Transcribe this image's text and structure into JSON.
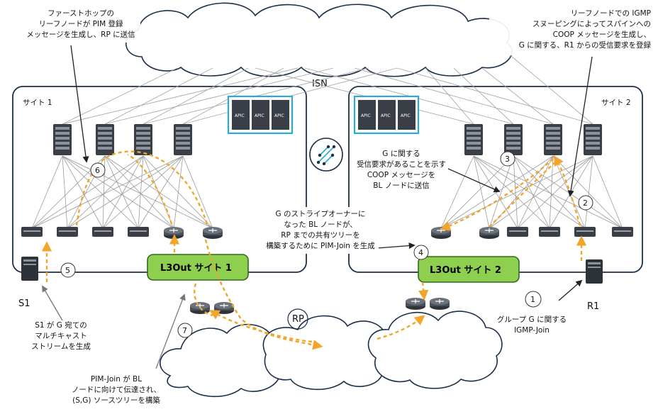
{
  "isn_label": "ISN",
  "rp_label": "RP",
  "sites": {
    "site1": {
      "label": "サイト 1",
      "l3out": "L3Out サイト 1"
    },
    "site2": {
      "label": "サイト 2",
      "l3out": "L3Out サイト 2"
    }
  },
  "apic_label": "APIC",
  "hosts": {
    "source": "S1",
    "receiver": "R1"
  },
  "steps": [
    "1",
    "2",
    "3",
    "4",
    "5",
    "6",
    "7"
  ],
  "annotations": {
    "first_hop": [
      "ファーストホップの",
      "リーフノードが PIM 登録",
      "メッセージを生成し、RP に送信"
    ],
    "igmp_snoop": [
      "リーフノードでの IGMP",
      "スヌーピングによってスパインへの",
      "COOP メッセージを生成し、",
      "G に関する、R1 からの受信要求を登録"
    ],
    "coop_bl": [
      "G に関する",
      "受信要求があることを示す",
      "COOP メッセージを",
      "BL ノードに送信"
    ],
    "stripe_owner": [
      "G のストライプオーナーに",
      "なった BL ノードが、",
      "RP までの共有ツリーを",
      "構築するために PIM-Join を生成"
    ],
    "s1_stream": [
      "S1 が G 宛ての",
      "マルチキャスト",
      "ストリームを生成"
    ],
    "pim_join_bl": [
      "PIM-Join が BL",
      "ノードに向けて伝達され、",
      "(S,G) ソースツリーを構築"
    ],
    "igmp_join": [
      "グループ G に関する",
      "IGMP-Join"
    ]
  },
  "colors": {
    "flow": "#f2a52a",
    "l3out_fill": "#8fcf4f",
    "l3out_stroke": "#2e6b1f",
    "apic_border": "#29a9d6",
    "outline": "#1c2f4a"
  }
}
